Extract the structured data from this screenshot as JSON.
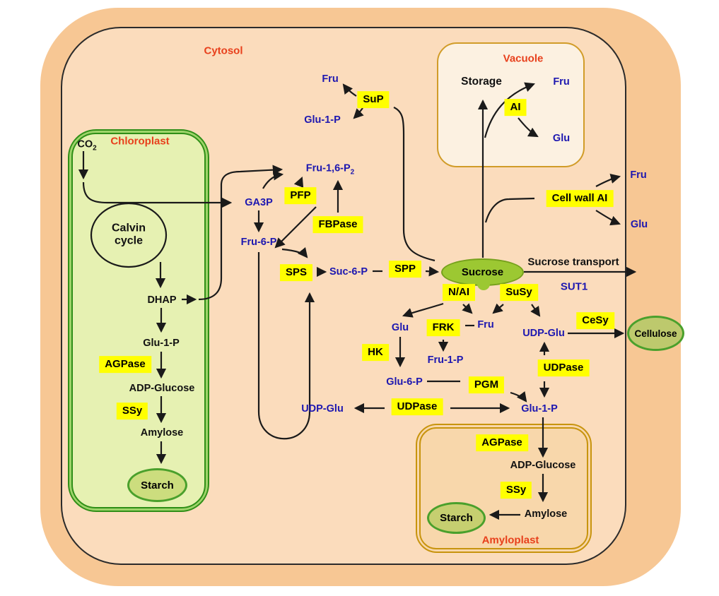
{
  "compartments": {
    "cytosol": "Cytosol",
    "chloroplast": "Chloroplast",
    "vacuole": "Vacuole",
    "amyloplast": "Amyloplast"
  },
  "chloroplast_content": {
    "co2_base": "CO",
    "co2_sub": "2",
    "calvin_line1": "Calvin",
    "calvin_line2": "cycle",
    "dhap": "DHAP",
    "glu1p": "Glu-1-P",
    "agpase": "AGPase",
    "adp_glucose": "ADP-Glucose",
    "ssy": "SSy",
    "amylose": "Amylose",
    "starch": "Starch"
  },
  "vacuole_content": {
    "storage": "Storage",
    "ai": "AI",
    "fru": "Fru",
    "glu": "Glu"
  },
  "top_cytosol": {
    "fru": "Fru",
    "sup": "SuP",
    "glu1p": "Glu-1-P"
  },
  "hexose_phosphates": {
    "ga3p": "GA3P",
    "pfp": "PFP",
    "fru16p_base": "Fru-1,6-P",
    "fru16p_sub": "2",
    "fbpase": "FBPase",
    "fru6p": "Fru-6-P"
  },
  "sucrose_synthesis": {
    "sps": "SPS",
    "suc6p": "Suc-6-P",
    "spp": "SPP",
    "sucrose": "Sucrose"
  },
  "export": {
    "transport": "Sucrose transport",
    "sut1": "SUT1",
    "cellwall_ai": "Cell wall AI",
    "fru": "Fru",
    "glu": "Glu",
    "cesy": "CeSy",
    "cellulose": "Cellulose"
  },
  "sucrose_breakdown": {
    "nai": "N/AI",
    "susy": "SuSy",
    "glu": "Glu",
    "frk": "FRK",
    "fru": "Fru",
    "hk": "HK",
    "fru1p": "Fru-1-P",
    "glu6p": "Glu-6-P",
    "pgm": "PGM",
    "udpase_center": "UDPase",
    "udp_glu_left": "UDP-Glu",
    "udp_glu_right": "UDP-Glu",
    "udpase_right": "UDPase",
    "glu1p": "Glu-1-P"
  },
  "amyloplast_content": {
    "agpase": "AGPase",
    "adp_glucose": "ADP-Glucose",
    "ssy": "SSy",
    "amylose": "Amylose",
    "starch": "Starch"
  },
  "colors": {
    "enzyme_bg": "#ffff00",
    "metabolite_text": "#1d17b0",
    "compartment_label_text": "#e8401c",
    "line": "#1a1a1a",
    "cell_fill": "#f7c794",
    "cytosol_fill": "#fbdcbc",
    "chloroplast_fill": "#e6f1b2",
    "chloroplast_border": "#2f8f17",
    "vacuole_fill": "#fcf1e1",
    "vacuole_border": "#d19c28",
    "amyloplast_fill": "#f8d7ab",
    "amyloplast_border": "#c8940e",
    "sucrose_fill": "#9cc832",
    "starch_fill": "#ccdd7e",
    "cellulose_fill": "#bdc96d",
    "organelle_oval_border": "#4aa02c"
  }
}
